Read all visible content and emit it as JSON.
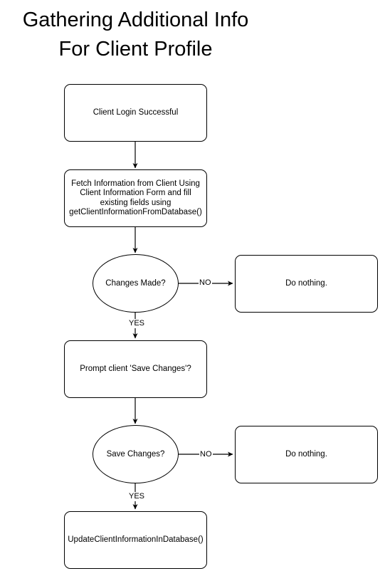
{
  "title": {
    "line1": "Gathering Additional Info",
    "line2": "For Client Profile"
  },
  "nodes": {
    "login": "Client Login Successful",
    "fetch": "Fetch Information from Client Using Client Information Form and fill existing fields using getClientInformationFromDatabase()",
    "changes_made": "Changes Made?",
    "do_nothing_1": "Do nothing.",
    "prompt_save": "Prompt client 'Save Changes'?",
    "save_changes": "Save Changes?",
    "do_nothing_2": "Do nothing.",
    "update": "UpdateClientInformationInDatabase()"
  },
  "edge_labels": {
    "no_1": "NO",
    "yes_1": "YES",
    "no_2": "NO",
    "yes_2": "YES"
  }
}
